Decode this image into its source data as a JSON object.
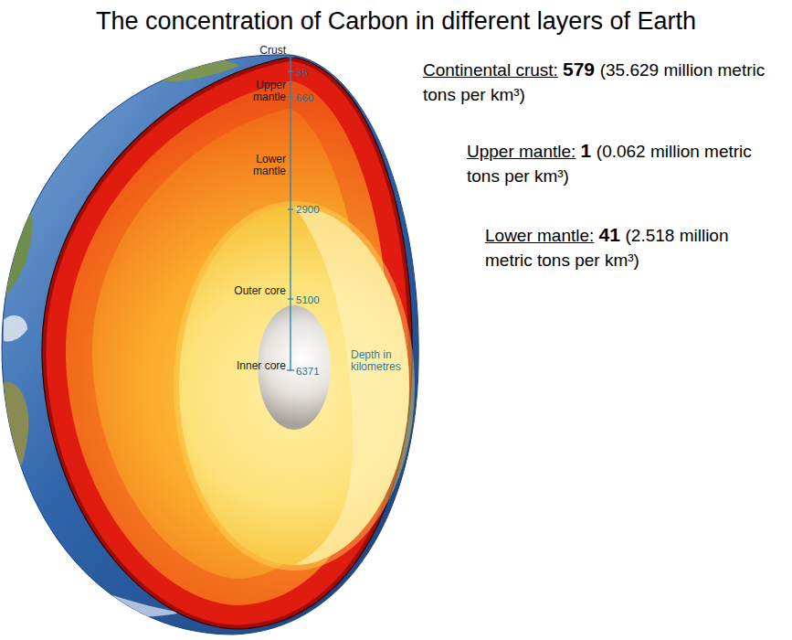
{
  "diagram": {
    "title": "The concentration of Carbon in different layers of Earth",
    "labels": [
      "Crust",
      "35",
      "Upper mantle",
      "660",
      "Lower mantle",
      "2900",
      "Outer core",
      "5100",
      "Inner core",
      "6371",
      "Depth in kilometres",
      "Continental crust:",
      "579",
      "(35.629 million metric tons per km³)",
      "Upper mantle:",
      "1",
      "(0.062 million metric tons per km³)",
      "Lower mantle:",
      "41",
      "(2.518 million metric tons per km³)"
    ]
  }
}
